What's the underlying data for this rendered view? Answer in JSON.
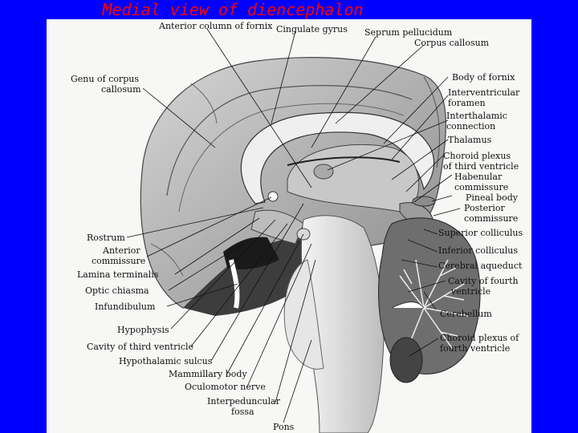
{
  "slide": {
    "title": "Medial view of diencephalon",
    "background_color": "#0000ff",
    "title_color": "#ff0000"
  },
  "labels": {
    "anterior_column_of_fornix": "Anterior column of fornix",
    "cingulate_gyrus": "Cingulate gyrus",
    "septum_pellucidum": "Seprum pellucidum",
    "corpus_callosum": "Corpus callosum",
    "genu_1": "Genu of corpus",
    "genu_2": "callosum",
    "body_of_fornix": "Body of fornix",
    "interventricular_1": "Interventricular",
    "interventricular_2": "foramen",
    "interthalamic_1": "Interthalamic",
    "interthalamic_2": "connection",
    "thalamus": "Thalamus",
    "choroid_third_1": "Choroid plexus",
    "choroid_third_2": "of third ventricle",
    "habenular_1": "Habenular",
    "habenular_2": "commissure",
    "pineal_body": "Pineal body",
    "posterior_comm_1": "Posterior",
    "posterior_comm_2": "commissure",
    "rostrum": "Rostrum",
    "anterior_comm_1": "Anterior",
    "anterior_comm_2": "commissure",
    "lamina_terminalis": "Lamina terminalis",
    "optic_chiasma": "Optic chiasma",
    "infundibulum": "Infundibulum",
    "hypophysis": "Hypophysis",
    "cavity_third": "Cavity of third ventricle",
    "hypothalamic_sulcus": "Hypothalamic sulcus",
    "mammillary_body": "Mammillary body",
    "oculomotor_nerve": "Oculomotor nerve",
    "interpeduncular_1": "Interpeduncular",
    "interpeduncular_2": "fossa",
    "pons": "Pons",
    "superior_colliculus": "Superior colliculus",
    "inferior_colliculus": "Inferior colliculus",
    "cerebral_aqueduct": "Cerebral aqueduct",
    "cavity_fourth_1": "Cavity of fourth",
    "cavity_fourth_2": "ventricle",
    "cerebellum": "Cerebellum",
    "choroid_fourth_1": "Choroid plexus of",
    "choroid_fourth_2": "fourth ventricle"
  }
}
